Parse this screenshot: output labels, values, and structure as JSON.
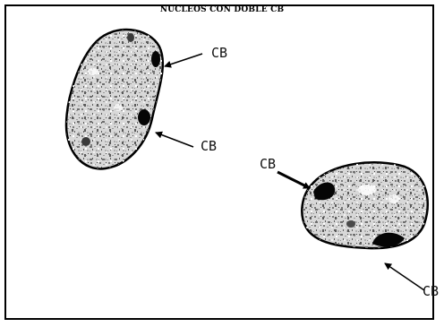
{
  "figure": {
    "title": "NUCLEOS CON DOBLE CB",
    "labels": [
      "CB",
      "CB",
      "CB",
      "CB"
    ]
  }
}
